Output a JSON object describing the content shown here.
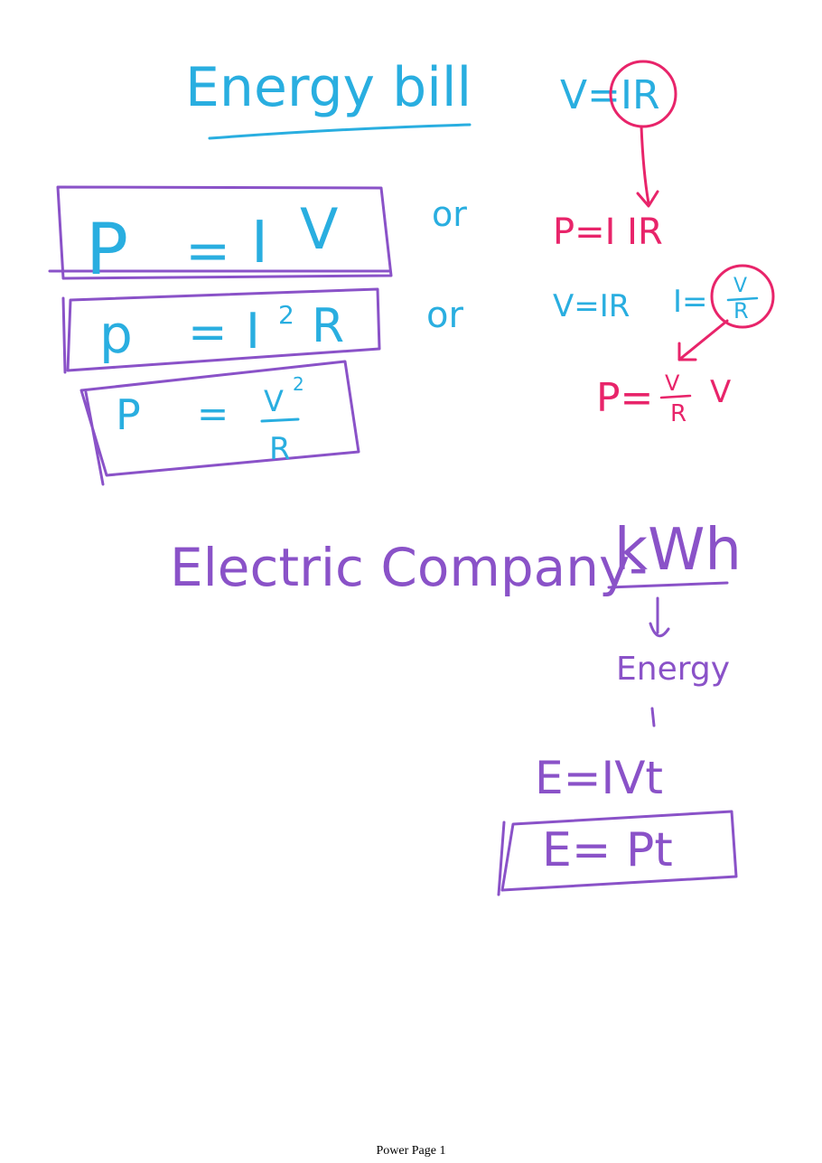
{
  "colors": {
    "cyan": "#29aee0",
    "magenta": "#e8246a",
    "purple": "#8a52c8"
  },
  "title": "Energy bill",
  "equations": {
    "p_iv": {
      "p": "P",
      "eq": "=",
      "i": "I",
      "v": "V"
    },
    "p_i2r": {
      "p": "p",
      "eq": "=",
      "i": "I",
      "sup": "2",
      "r": "R"
    },
    "p_v2r": {
      "p": "P",
      "eq": "=",
      "num": "V",
      "sup": "2",
      "den": "R"
    }
  },
  "or_labels": [
    "or",
    "or"
  ],
  "derivation": {
    "v_ir_top": "V=IR",
    "p_i_ir": "P=I  IR",
    "v_ir_2": "V=IR",
    "i_vr": "I=",
    "i_vr_num": "V",
    "i_vr_den": "R",
    "p_vr_v": "P=",
    "p_vr_num": "V",
    "p_vr_den": "R",
    "p_vr_tail": "V"
  },
  "electric": {
    "label": "Electric Company-",
    "unit": "kWh",
    "energy_word": "Energy",
    "e_ivt": "E=IVt",
    "e_pt": "E= Pt"
  },
  "footer": "Power Page 1"
}
